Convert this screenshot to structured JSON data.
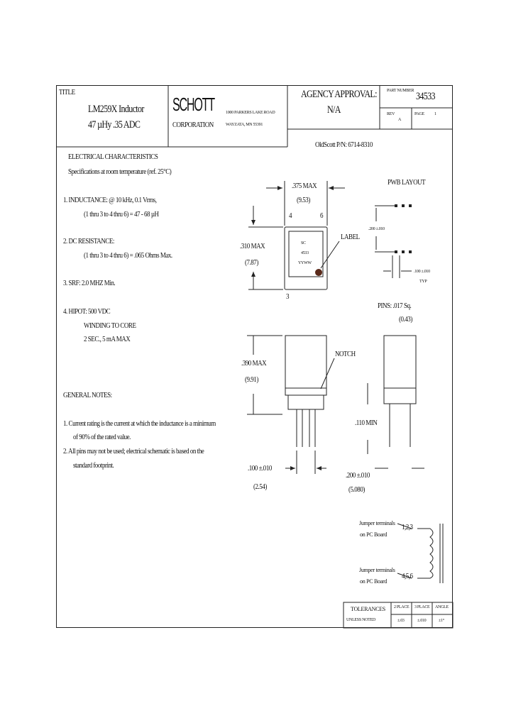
{
  "title_block": {
    "title_label": "TITLE",
    "part_name": "LM259X Inductor",
    "rating": "47 µHy .35 ADC",
    "company": "SCHOTT",
    "company_sub": "CORPORATION",
    "addr1": "1000 PARKERS LAKE ROAD",
    "addr2": "WAYZATA, MN 55391",
    "agency_label": "AGENCY APPROVAL:",
    "agency_value": "N/A",
    "part_no_label": "PART NUMBER",
    "part_no": "34533",
    "rev_label": "REV",
    "rev_value": "A",
    "sheet_label": "PAGE",
    "sheet_value": "1",
    "oldscott": "OldScott P/N: 6714-8310"
  },
  "electrical": {
    "heading": "ELECTRICAL CHARACTERISTICS",
    "subheading": "Specifications at room temperature (ref. 25°C)",
    "item1a": "1.  INDUCTANCE: @ 10 kHz, 0.1 Vrms,",
    "item1b": "(1 thru 3 to 4 thru 6) = 47 - 68 µH",
    "item2a": "2.  DC RESISTANCE:",
    "item2b": "(1 thru 3 to 4 thru 6) = .065 Ohms Max.",
    "item3": "3.  SRF: 2.0 MHZ    Min.",
    "item4a": "4. HIPOT: 500 VDC",
    "item4b": "WINDING TO CORE",
    "item4c": "2 SEC., 5 mA MAX"
  },
  "notes": {
    "heading": "GENERAL NOTES:",
    "n1a": "1.  Current rating is the current at which the inductance is a minimum",
    "n1b": "of 90% of the rated value.",
    "n2a": "2.  All pins may not be used; electrical schematic is based on the",
    "n2b": "standard footprint."
  },
  "drawing": {
    "dim_width": ".375 MAX",
    "dim_width_mm": "(9.53)",
    "dim_height": ".310 MAX",
    "dim_height_mm": "(7.87)",
    "pin4": "4",
    "pin6": "6",
    "pin3": "3",
    "label_callout": "LABEL",
    "chip_line1": "SC",
    "chip_line2": "4533",
    "chip_line3": "YYWW",
    "pwb_layout": "PWB LAYOUT",
    "pwb_pitch": ".200 ±.010",
    "pwb_pin": ".100 ±.010",
    "typ": "TYP",
    "pins_spec": "PINS: .017 Sq.",
    "pins_mm": "(0.43)",
    "dim_tall": ".390 MAX",
    "dim_tall_mm": "(9.91)",
    "notch": "NOTCH",
    "lead_min": ".110 MIN",
    "spacing1": ".100 ±.010",
    "spacing1_mm": "(2.54)",
    "spacing2": ".200 ±.010",
    "spacing2_mm": "(5.080)"
  },
  "schematic": {
    "top_label1": "Jumper terminals",
    "top_label2": "on PC Board",
    "top_pins": "1,2,3",
    "bot_label1": "Jumper terminals",
    "bot_label2": "on PC Board",
    "bot_pins": "4,5,6"
  },
  "tolerance": {
    "label": "TOLERANCES",
    "sub": "UNLESS NOTED",
    "h1": "2 PLACE",
    "h2": "3 PLACE",
    "h3": "ANGLE",
    "v1": "±.03",
    "v2": "±.010",
    "v3": "±1°"
  }
}
